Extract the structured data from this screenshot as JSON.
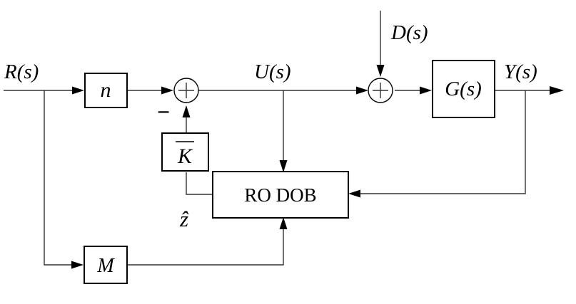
{
  "signals": {
    "reference": "R(s)",
    "control": "U(s)",
    "disturbance": "D(s)",
    "output": "Y(s)",
    "estimate": "ẑ"
  },
  "blocks": {
    "gain_n": "n",
    "gain_M": "M",
    "gain_K": "K",
    "plant": "G(s)",
    "observer": "RO DOB"
  },
  "sum_signs": {
    "feedback": "−"
  }
}
